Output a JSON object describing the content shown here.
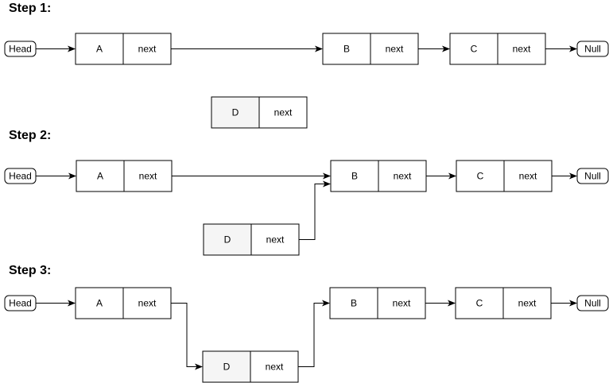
{
  "steps": [
    {
      "title": "Step 1:",
      "head": "Head",
      "null": "Null",
      "nodes": [
        {
          "id": "A",
          "value": "A",
          "next": "next",
          "highlight": false
        },
        {
          "id": "B",
          "value": "B",
          "next": "next",
          "highlight": false
        },
        {
          "id": "C",
          "value": "C",
          "next": "next",
          "highlight": false
        },
        {
          "id": "D",
          "value": "D",
          "next": "next",
          "highlight": true
        }
      ]
    },
    {
      "title": "Step 2:",
      "head": "Head",
      "null": "Null",
      "nodes": [
        {
          "id": "A",
          "value": "A",
          "next": "next",
          "highlight": false
        },
        {
          "id": "B",
          "value": "B",
          "next": "next",
          "highlight": false
        },
        {
          "id": "C",
          "value": "C",
          "next": "next",
          "highlight": false
        },
        {
          "id": "D",
          "value": "D",
          "next": "next",
          "highlight": true
        }
      ]
    },
    {
      "title": "Step 3:",
      "head": "Head",
      "null": "Null",
      "nodes": [
        {
          "id": "A",
          "value": "A",
          "next": "next",
          "highlight": false
        },
        {
          "id": "B",
          "value": "B",
          "next": "next",
          "highlight": false
        },
        {
          "id": "C",
          "value": "C",
          "next": "next",
          "highlight": false
        },
        {
          "id": "D",
          "value": "D",
          "next": "next",
          "highlight": true
        }
      ]
    }
  ],
  "colors": {
    "stroke": "#000000",
    "node_fill": "#ffffff",
    "highlight_fill": "#f5f5f5"
  }
}
